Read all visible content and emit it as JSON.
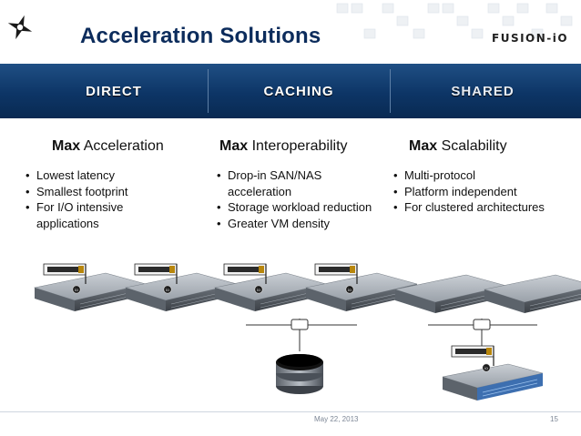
{
  "slide": {
    "title": "Acceleration Solutions",
    "brand": "FUSION-iO",
    "footer_date": "May 22, 2013",
    "footer_page": "15"
  },
  "columns": [
    {
      "band_label": "DIRECT",
      "head_bold": "Max",
      "head_rest": " Acceleration",
      "bullets": [
        "Lowest latency",
        "Smallest footprint",
        "For I/O intensive applications"
      ]
    },
    {
      "band_label": "CACHING",
      "head_bold": "Max",
      "head_rest": " Interoperability",
      "bullets": [
        "Drop-in SAN/NAS acceleration",
        "Storage workload reduction",
        "Greater VM density"
      ]
    },
    {
      "band_label": "SHARED",
      "head_bold": "Max",
      "head_rest": " Scalability",
      "bullets": [
        "Multi-protocol",
        "Platform independent",
        "For clustered architectures"
      ]
    }
  ],
  "colors": {
    "title": "#0c2c5c",
    "band_top": "#1f4f84",
    "band_bottom": "#092a52"
  },
  "icons": [
    "fusion-io-logo-mark",
    "server-icon",
    "iodrive-card-icon",
    "san-storage-icon",
    "network-switch-icon"
  ]
}
